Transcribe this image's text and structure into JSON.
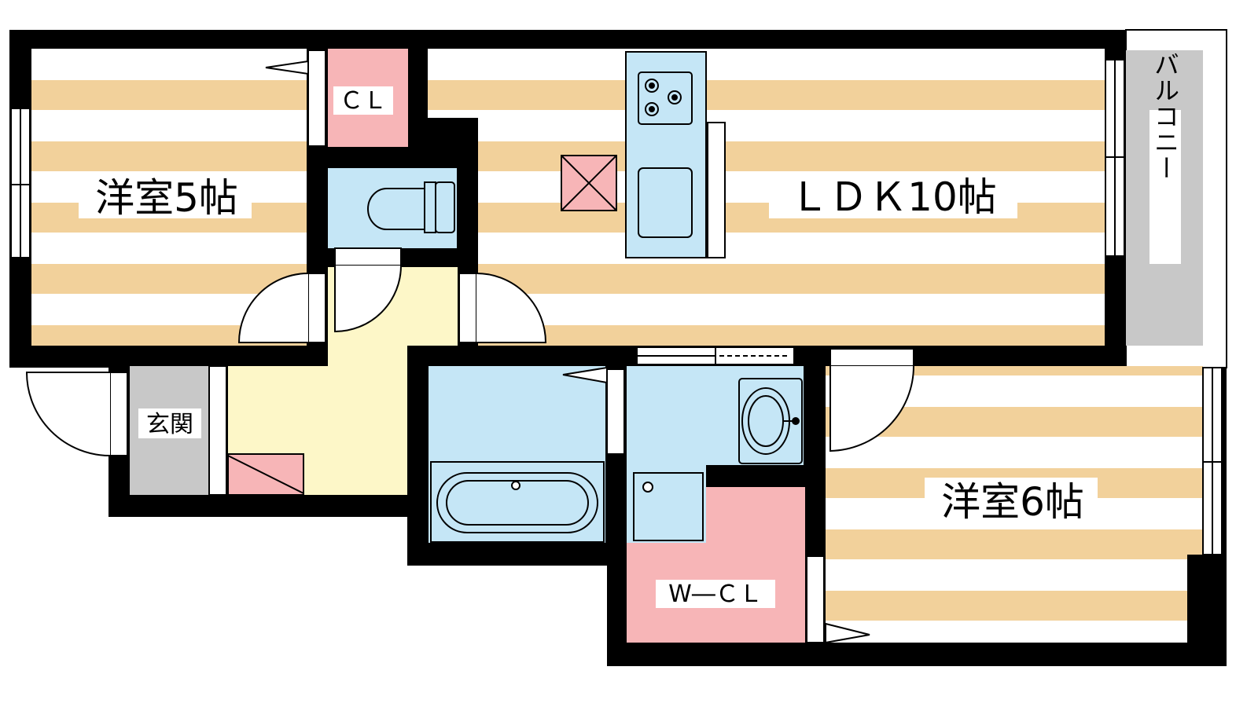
{
  "rooms": {
    "western_room_5": "洋室5帖",
    "ldk": "ＬＤＫ10帖",
    "western_room_6": "洋室6帖",
    "closet": "ＣＬ",
    "walk_in_closet": "W―ＣＬ",
    "entrance": "玄関",
    "balcony": "バルコニー"
  },
  "colors": {
    "wall": "#000000",
    "floor_stripe": "#f2d19b",
    "hall_floor": "#fdf7c8",
    "wet_area": "#c5e6f6",
    "closet": "#f7b5b7",
    "entrance_floor": "#c8c8c8",
    "balcony": "#c8c8c8"
  },
  "icons": [
    "stove-icon",
    "sink-icon",
    "toilet-icon",
    "bathtub-icon",
    "washbasin-icon",
    "washing-machine-pan-icon",
    "refrigerator-space-icon",
    "shoe-box-icon"
  ]
}
